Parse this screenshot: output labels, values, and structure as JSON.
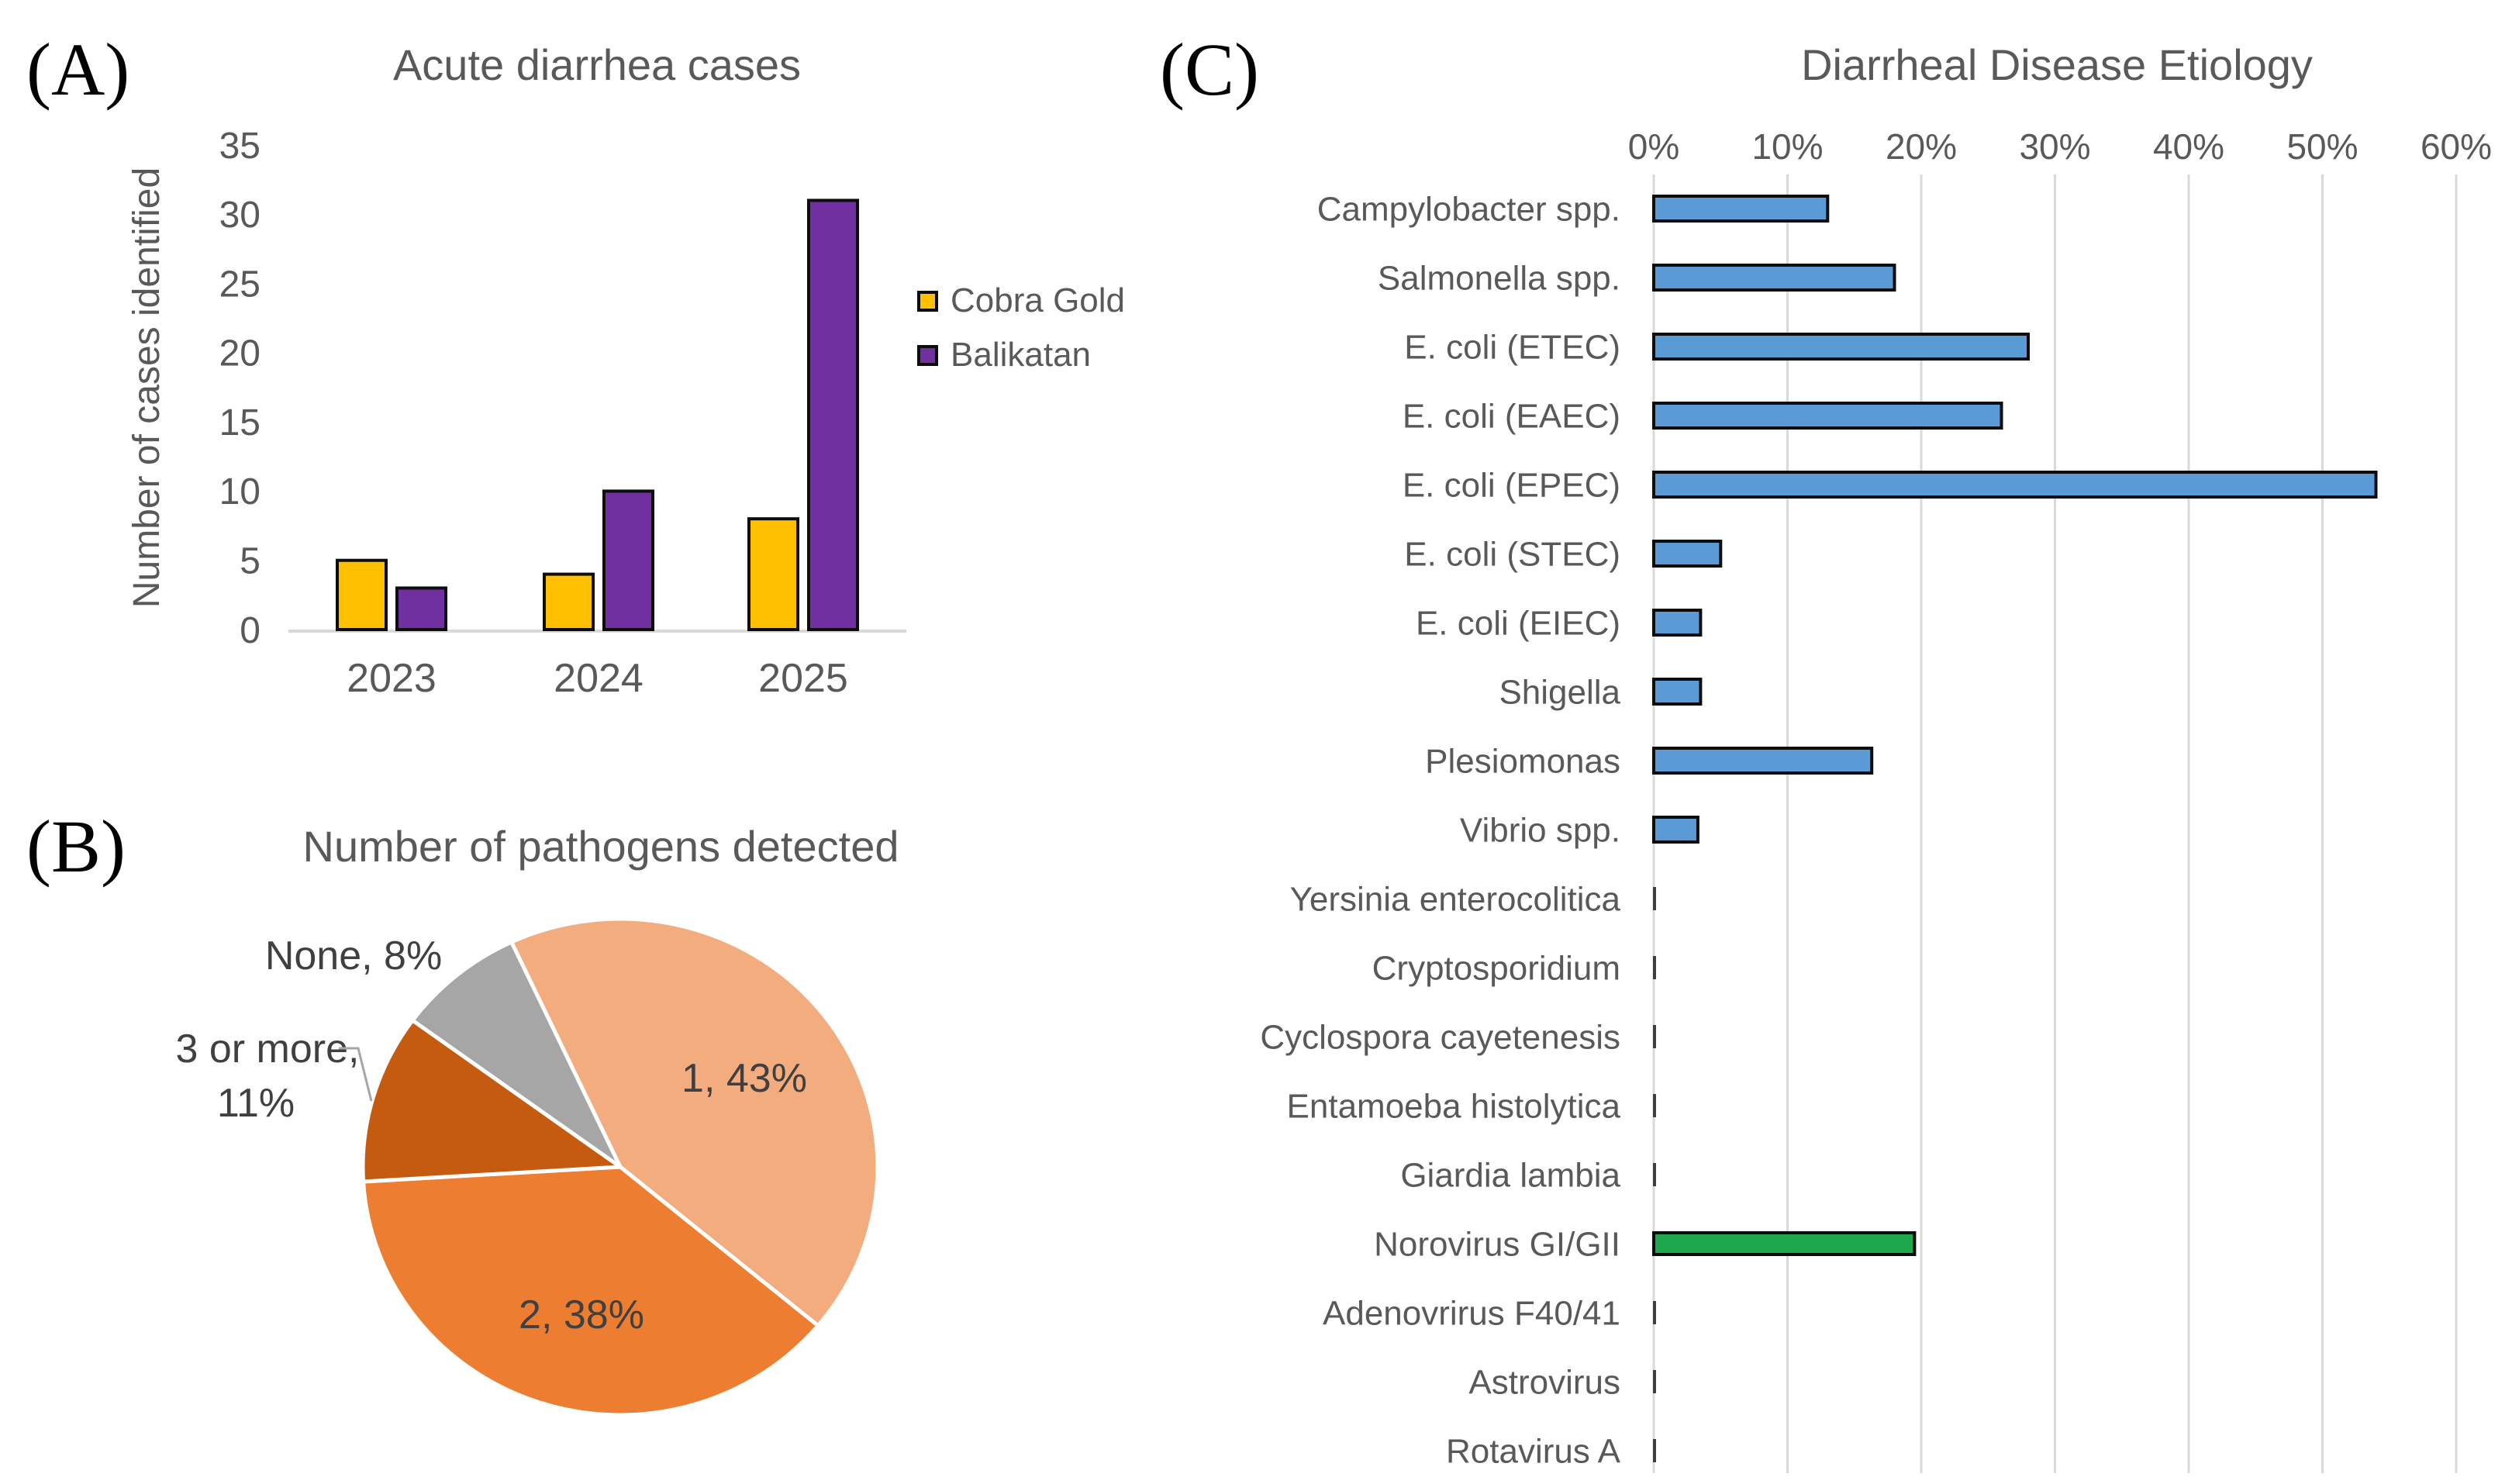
{
  "panels": {
    "a": "(A)",
    "b": "(B)",
    "c": "(C)"
  },
  "colors": {
    "axis_gray": "#D9D9D9",
    "text_gray": "#595959",
    "pie_label_gray": "#404040",
    "bar_border": "#0d0d0d",
    "leader_gray": "#A6A6A6"
  },
  "chart_data": [
    {
      "id": "A",
      "type": "bar",
      "title": "Acute diarrhea cases",
      "xlabel": "",
      "ylabel": "Number of cases identified",
      "categories": [
        "2023",
        "2024",
        "2025"
      ],
      "series": [
        {
          "name": "Cobra Gold",
          "color": "#FFC000",
          "values": [
            5,
            4,
            8
          ]
        },
        {
          "name": "Balikatan",
          "color": "#7030A0",
          "values": [
            3,
            10,
            31
          ]
        }
      ],
      "ylim": [
        0,
        35
      ],
      "yticks": [
        0,
        5,
        10,
        15,
        20,
        25,
        30,
        35
      ],
      "grid": false,
      "legend_position": "right"
    },
    {
      "id": "B",
      "type": "pie",
      "title": "Number of pathogens detected",
      "start_angle_deg": -25,
      "direction": "clockwise",
      "slices": [
        {
          "label": "1",
          "pct": 43,
          "color": "#F3AC7E",
          "label_style": "inside"
        },
        {
          "label": "2",
          "pct": 38,
          "color": "#ED7D31",
          "label_style": "inside"
        },
        {
          "label": "3 or more",
          "pct": 11,
          "color": "#C55A11",
          "label_style": "callout"
        },
        {
          "label": "None",
          "pct": 8,
          "color": "#A6A6A6",
          "label_style": "outside"
        }
      ]
    },
    {
      "id": "C",
      "type": "hbar",
      "title": "Diarrheal Disease Etiology",
      "xlim": [
        0,
        60
      ],
      "xticks": [
        "0%",
        "10%",
        "20%",
        "30%",
        "40%",
        "50%",
        "60%"
      ],
      "grid": true,
      "bar_color": "#5B9BD5",
      "highlight_color": "#1EA84E",
      "highlight_category": "Norovirus GI/GII",
      "categories": [
        "Campylobacter spp.",
        "Salmonella spp.",
        "E. coli (ETEC)",
        "E. coli (EAEC)",
        "E. coli (EPEC)",
        "E. coli (STEC)",
        "E. coli (EIEC)",
        "Shigella",
        "Plesiomonas",
        "Vibrio spp.",
        "Yersinia enterocolitica",
        "Cryptosporidium",
        "Cyclospora cayetenesis",
        "Entamoeba histolytica",
        "Giardia lambia",
        "Norovirus GI/GII",
        "Adenovrirus F40/41",
        "Astrovirus",
        "Rotavirus A"
      ],
      "values": [
        13,
        18,
        28,
        26,
        54,
        5,
        3.5,
        3.5,
        16.3,
        3.3,
        0,
        0,
        0,
        0,
        0,
        19.5,
        0,
        0,
        0
      ]
    }
  ]
}
